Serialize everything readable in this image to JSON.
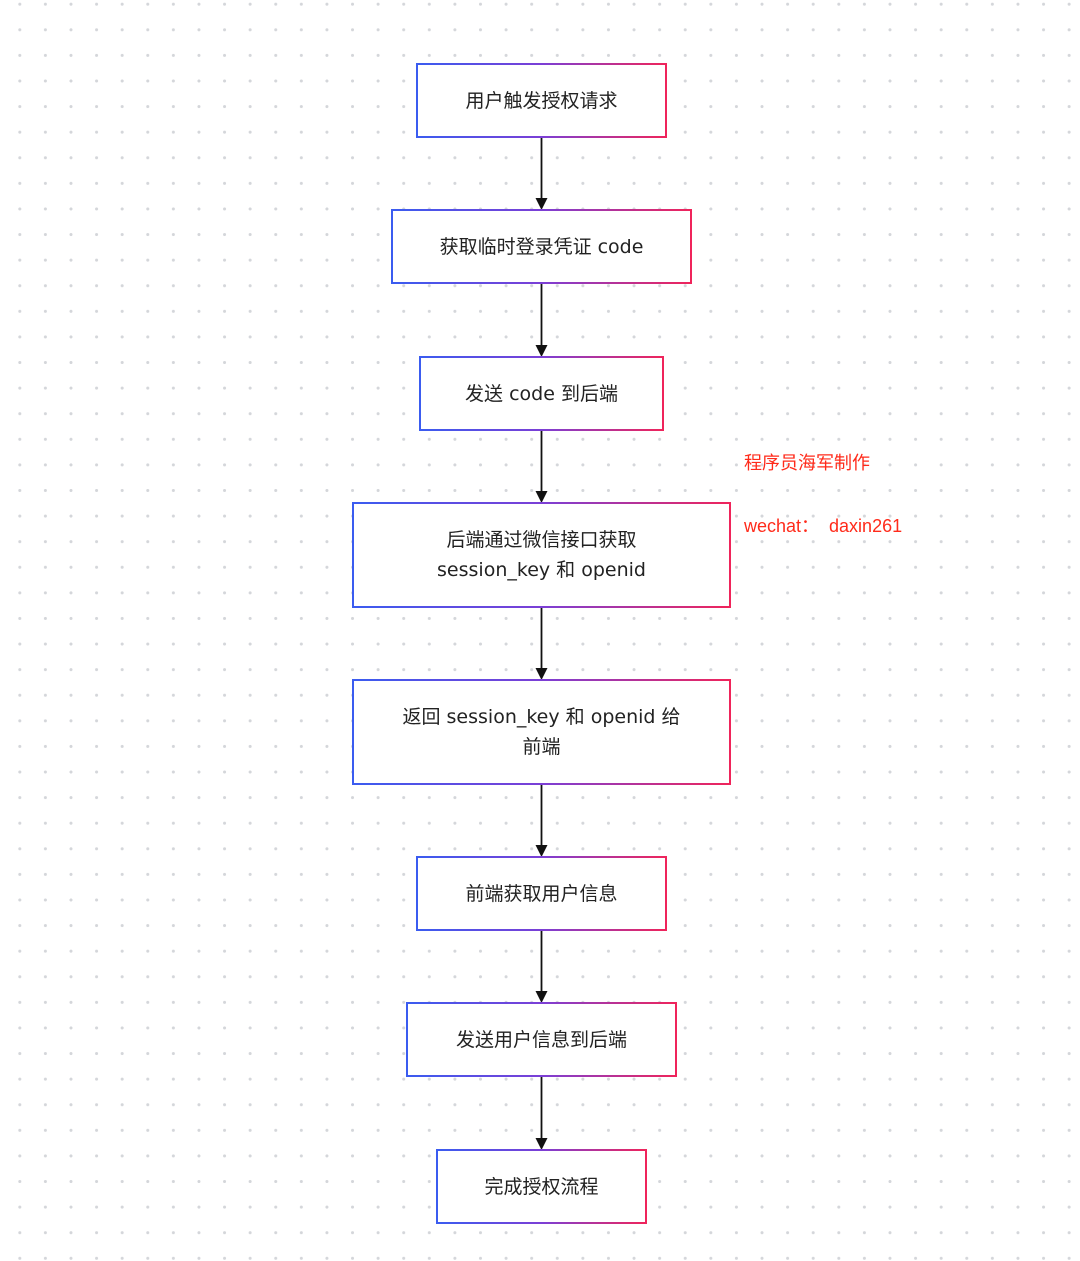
{
  "flowchart": {
    "nodes": [
      {
        "id": "n1",
        "label": "用户触发授权请求"
      },
      {
        "id": "n2",
        "label": "获取临时登录凭证 code"
      },
      {
        "id": "n3",
        "label": "发送 code 到后端"
      },
      {
        "id": "n4",
        "label": "后端通过微信接口获取\nsession_key 和 openid"
      },
      {
        "id": "n5",
        "label": "返回 session_key 和 openid 给\n前端"
      },
      {
        "id": "n6",
        "label": "前端获取用户信息"
      },
      {
        "id": "n7",
        "label": "发送用户信息到后端"
      },
      {
        "id": "n8",
        "label": "完成授权流程"
      }
    ],
    "edges": [
      {
        "from": "n1",
        "to": "n2"
      },
      {
        "from": "n2",
        "to": "n3"
      },
      {
        "from": "n3",
        "to": "n4"
      },
      {
        "from": "n4",
        "to": "n5"
      },
      {
        "from": "n5",
        "to": "n6"
      },
      {
        "from": "n6",
        "to": "n7"
      },
      {
        "from": "n7",
        "to": "n8"
      }
    ]
  },
  "watermark": {
    "line1": "程序员海军制作",
    "line2": "wechat：  daxin261"
  },
  "colors": {
    "border_start": "#3a5cf0",
    "border_end": "#f0245a",
    "arrow": "#111111",
    "watermark": "#ff2a1a"
  }
}
